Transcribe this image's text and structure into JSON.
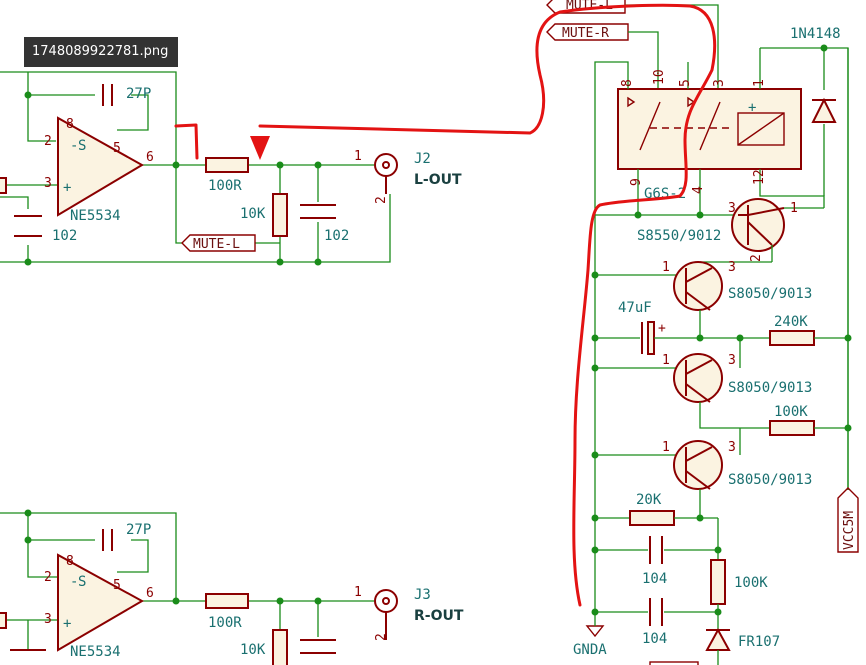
{
  "file_name": "1748089922781.png",
  "colors": {
    "wire": "#1a8c1a",
    "component": "#8b0000",
    "label": "#1a7070",
    "annotation": "#e31313"
  },
  "left_top": {
    "opamp": "NE5534",
    "cap_fb": "27P",
    "cap_in": "102",
    "res_out": "100R",
    "res_load": "10K",
    "cap_load": "102",
    "pin_minus": "2",
    "pin_plus": "3",
    "pin_out": "6",
    "pin_8": "8",
    "pin_5": "5",
    "connector_ref": "J2",
    "connector_name": "L-OUT",
    "conn_pin1": "1",
    "conn_pin2": "2",
    "mute_label": "MUTE-L",
    "minus_sign": "-",
    "plus_sign": "+",
    "s_label": "S"
  },
  "left_bottom": {
    "opamp": "NE5534",
    "cap_fb": "27P",
    "res_out": "100R",
    "res_load": "10K",
    "pin_minus": "2",
    "pin_plus": "3",
    "pin_out": "6",
    "pin_8": "8",
    "pin_5": "5",
    "connector_ref": "J3",
    "connector_name": "R-OUT",
    "conn_pin1": "1",
    "conn_pin2": "2",
    "minus_sign": "-",
    "plus_sign": "+",
    "s_label": "S"
  },
  "right": {
    "mute_l_label": "MUTE-L",
    "mute_r_label": "MUTE-R",
    "diode_top": "1N4148",
    "relay": "G6S-2",
    "relay_pins": [
      "8",
      "10",
      "5",
      "3",
      "1",
      "9",
      "4",
      "12"
    ],
    "pnp": "S8550/9012",
    "npn1": "S8050/9013",
    "npn2": "S8050/9013",
    "npn3": "S8050/9013",
    "cap_elec": "47uF",
    "res_240k": "240K",
    "res_100k_a": "100K",
    "res_20k": "20K",
    "cap_104_a": "104",
    "cap_104_b": "104",
    "res_100k_b": "100K",
    "diode_bottom": "FR107",
    "vcc": "VCC5M",
    "gnd": "GNDA",
    "q_pins": [
      "3",
      "1",
      "2"
    ]
  }
}
